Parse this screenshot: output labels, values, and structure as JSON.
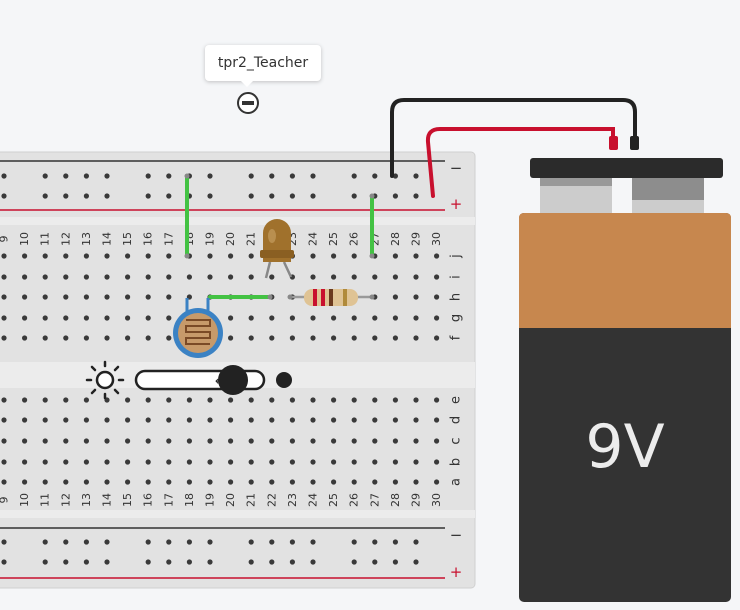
{
  "tooltip": {
    "user_label": "tpr2_Teacher"
  },
  "breadboard": {
    "columns": [
      "9",
      "10",
      "11",
      "12",
      "13",
      "14",
      "15",
      "16",
      "17",
      "18",
      "19",
      "20",
      "21",
      "22",
      "23",
      "24",
      "25",
      "26",
      "27",
      "28",
      "29",
      "30"
    ],
    "rows_top": [
      "j",
      "i",
      "h",
      "g",
      "f"
    ],
    "rows_bottom": [
      "e",
      "d",
      "c",
      "b",
      "a"
    ],
    "rail_minus": "−",
    "rail_plus": "+"
  },
  "battery": {
    "label": "9V"
  },
  "light_slider": {
    "arrow": "←",
    "level": 0.8
  },
  "colors": {
    "board": "#e4e4e4",
    "rail_red": "#c8102e",
    "wire_green": "#43c243",
    "wire_black": "#222222",
    "wire_red": "#c8102e",
    "battery_copper": "#c7874e",
    "battery_body": "#333333",
    "photoresistor": "#c79a6a"
  },
  "icons": {
    "collapse": "minus-circle-icon",
    "brightness": "sun-icon"
  }
}
